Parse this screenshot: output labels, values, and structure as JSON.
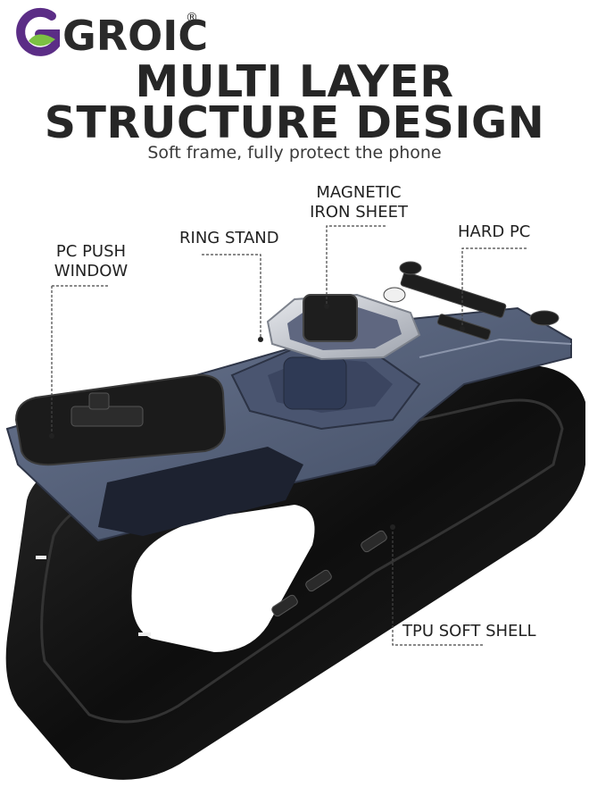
{
  "brand": {
    "name": "GROIC",
    "registered_mark": "®",
    "colors": {
      "g": "#5b2d86",
      "leaf": "#7cc043",
      "text": "#2a2a2a"
    }
  },
  "headline": {
    "line1": "MULTI LAYER",
    "line2": "STRUCTURE DESIGN"
  },
  "subtitle": "Soft frame, fully protect the phone",
  "callouts": {
    "pc_push_window": {
      "line1": "PC PUSH",
      "line2": "WINDOW"
    },
    "ring_stand": "RING STAND",
    "magnetic_iron_sheet": {
      "line1": "MAGNETIC",
      "line2": "IRON SHEET"
    },
    "hard_pc": "HARD PC",
    "tpu_soft_shell": "TPU SOFT SHELL"
  },
  "colors": {
    "hard_pc": "#4f5b73",
    "tpu": "#161616",
    "ring": "#c9ccd2",
    "leader": "#444444"
  }
}
